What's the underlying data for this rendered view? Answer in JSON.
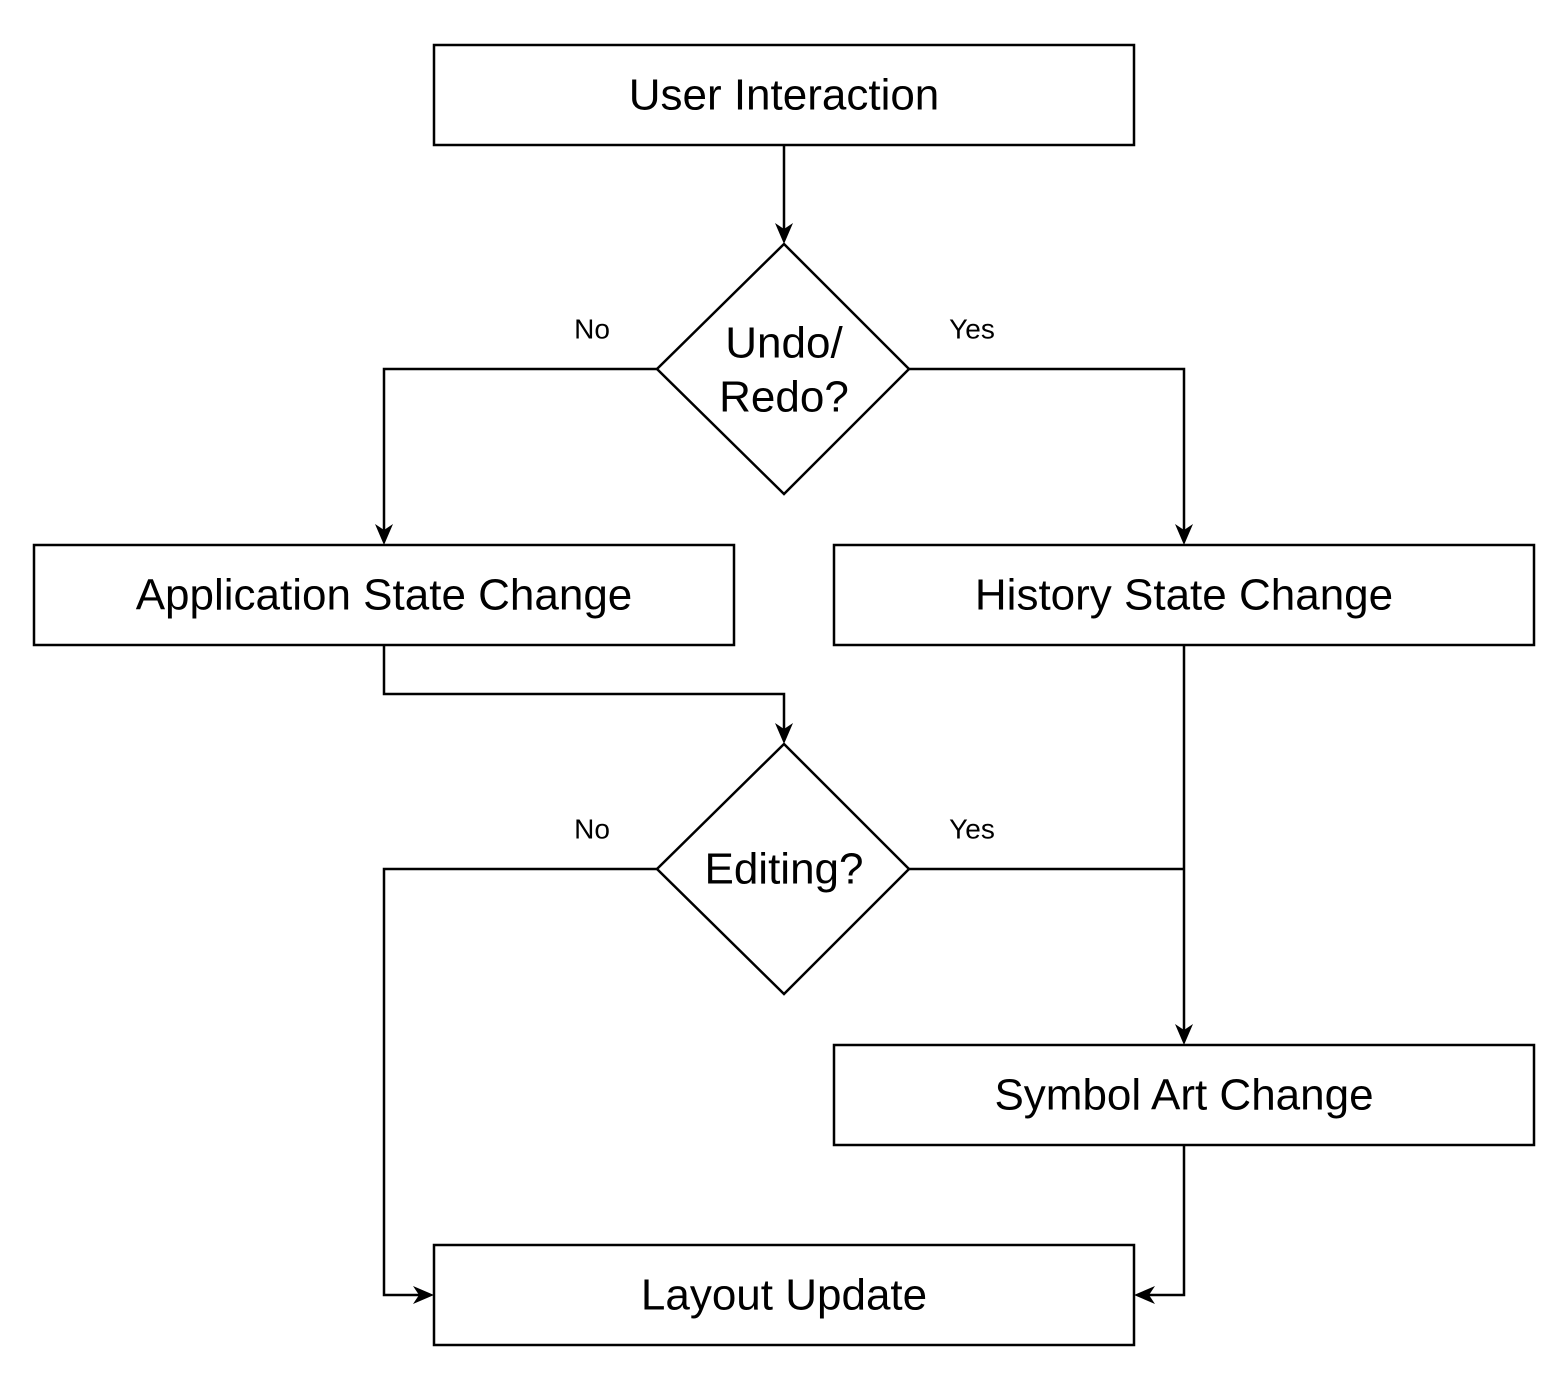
{
  "nodes": {
    "user_interaction": "User Interaction",
    "undo_redo": [
      "Undo/",
      "Redo?"
    ],
    "app_state": "Application State Change",
    "history_state": "History State Change",
    "editing": "Editing?",
    "symbol_art": "Symbol Art Change",
    "layout_update": "Layout Update"
  },
  "edges": {
    "undo_no": "No",
    "undo_yes": "Yes",
    "editing_no": "No",
    "editing_yes": "Yes"
  }
}
